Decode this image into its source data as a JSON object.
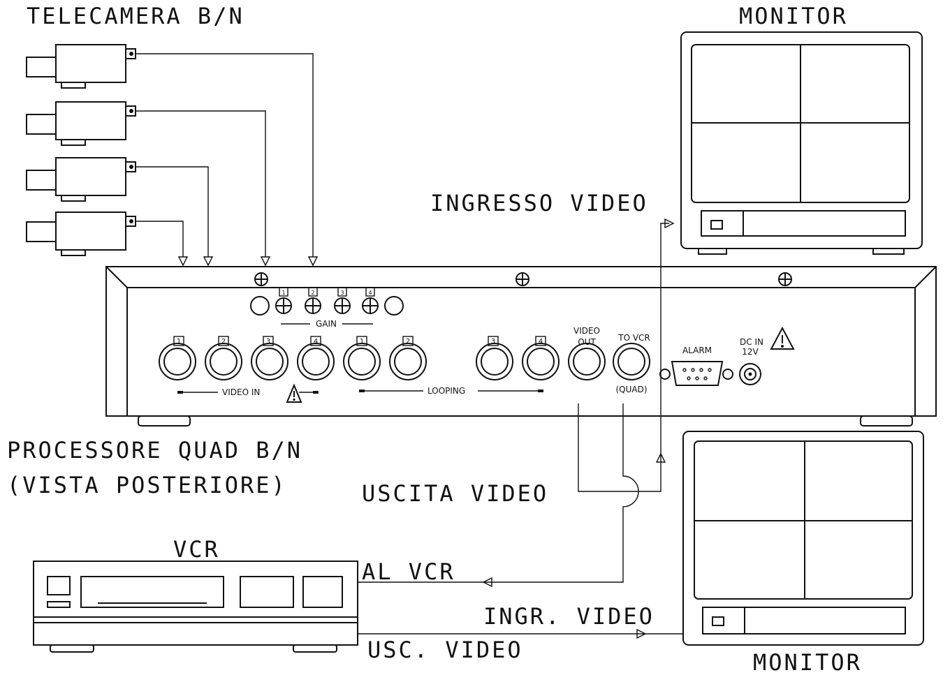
{
  "labels": {
    "camera": "TELECAMERA B/N",
    "monitor_top": "MONITOR",
    "monitor_bottom": "MONITOR",
    "ingresso_video": "INGRESSO VIDEO",
    "processor_line1": "PROCESSORE QUAD B/N",
    "processor_line2": "(VISTA POSTERIORE)",
    "uscita_video": "USCITA VIDEO",
    "vcr": "VCR",
    "al_vcr": "AL VCR",
    "ingr_video": "INGR. VIDEO",
    "usc_video": "USC. VIDEO"
  },
  "panel": {
    "gain": "GAIN",
    "gain_numbers": [
      "1",
      "2",
      "3",
      "4"
    ],
    "video_in": "VIDEO  IN",
    "video_in_numbers": [
      "1",
      "2",
      "3",
      "4"
    ],
    "looping": "LOOPING",
    "looping_numbers": [
      "1",
      "2",
      "3",
      "4"
    ],
    "video_out_line1": "VIDEO",
    "video_out_line2": "OUT",
    "to_vcr": "TO  VCR",
    "quad": "(QUAD)",
    "alarm": "ALARM",
    "dc_in_line1": "DC  IN",
    "dc_in_line2": "12V"
  },
  "icons": [
    "warning-icon",
    "screw-icon",
    "bnc-connector-icon",
    "camera-icon",
    "monitor-icon",
    "vcr-icon"
  ]
}
